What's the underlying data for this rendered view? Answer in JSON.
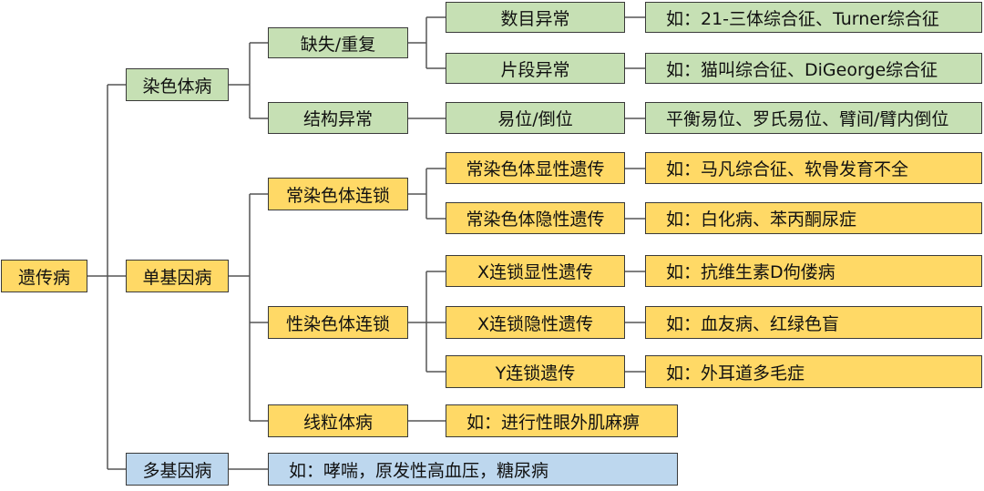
{
  "colors": {
    "green": "#c6e0b4",
    "yellow": "#ffd966",
    "blue": "#bdd7ee",
    "border": "#3a3a3a",
    "line": "#555555"
  },
  "root": "遗传病",
  "l1": {
    "chromosomal": "染色体病",
    "single_gene": "单基因病",
    "multi_gene": "多基因病"
  },
  "l2": {
    "deletion": "缺失/重复",
    "structural": "结构异常",
    "autosomal": "常染色体连锁",
    "sex_linked": "性染色体连锁",
    "mitochondrial": "线粒体病",
    "multi_gene_example": "如：哮喘，原发性高血压，糖尿病"
  },
  "l3": {
    "number": "数目异常",
    "segment": "片段异常",
    "translocation": "易位/倒位",
    "autosomal_dominant": "常染色体显性遗传",
    "autosomal_recessive": "常染色体隐性遗传",
    "x_dominant": "X连锁显性遗传",
    "x_recessive": "X连锁隐性遗传",
    "y_linked": "Y连锁遗传",
    "mito_example": "如：进行性眼外肌麻痹"
  },
  "examples": {
    "number": "如：21-三体综合征、Turner综合征",
    "segment": "如：猫叫综合征、DiGeorge综合征",
    "translocation": "平衡易位、罗氏易位、臂间/臂内倒位",
    "autosomal_dominant": "如：马凡综合征、软骨发育不全",
    "autosomal_recessive": "如：白化病、苯丙酮尿症",
    "x_dominant": "如：抗维生素D佝偻病",
    "x_recessive": "如：血友病、红绿色盲",
    "y_linked": "如：外耳道多毛症"
  }
}
